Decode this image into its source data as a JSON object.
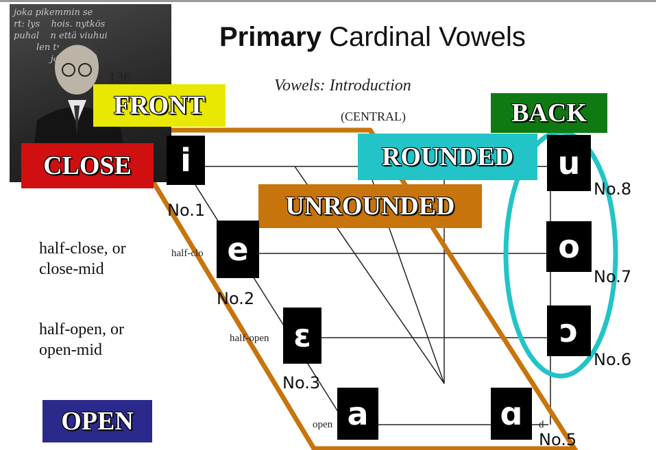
{
  "title": {
    "bold": "Primary",
    "rest": " Cardinal Vowels"
  },
  "book": {
    "page_number": "136",
    "heading": "Vowels: Introduction",
    "central": "(CENTRAL)"
  },
  "photo": {
    "board_text": "joka pikemmin se\nrt: lys    hois. nytkös\npuhal    n että viuhui\n        len tuonelan\n             joutsen"
  },
  "tags": {
    "front": "FRONT",
    "back": "BACK",
    "close": "CLOSE",
    "rounded": "ROUNDED",
    "unrounded": "UNROUNDED",
    "open": "OPEN"
  },
  "tag_colors": {
    "front": "#e8e800",
    "back": "#0f7a12",
    "close": "#d01010",
    "rounded": "#22c4c8",
    "unrounded": "#c8740c",
    "open": "#2b2a8c"
  },
  "outline_colors": {
    "unrounded": "#c8740c",
    "rounded": "#22c4c8"
  },
  "height_labels": {
    "half_close": "half-close, or\nclose-mid",
    "half_open": "half-open, or\nopen-mid"
  },
  "book_labels": {
    "close": "close",
    "half_close": "half-clo",
    "half_open": "half-open",
    "open": "open",
    "d": "d"
  },
  "vowels": [
    {
      "symbol": "i",
      "number": "No.1"
    },
    {
      "symbol": "e",
      "number": "No.2"
    },
    {
      "symbol": "ɛ",
      "number": "No.3"
    },
    {
      "symbol": "a",
      "number": ""
    },
    {
      "symbol": "ɑ",
      "number": "No.5"
    },
    {
      "symbol": "ɔ",
      "number": "No.6"
    },
    {
      "symbol": "o",
      "number": "No.7"
    },
    {
      "symbol": "u",
      "number": "No.8"
    }
  ]
}
